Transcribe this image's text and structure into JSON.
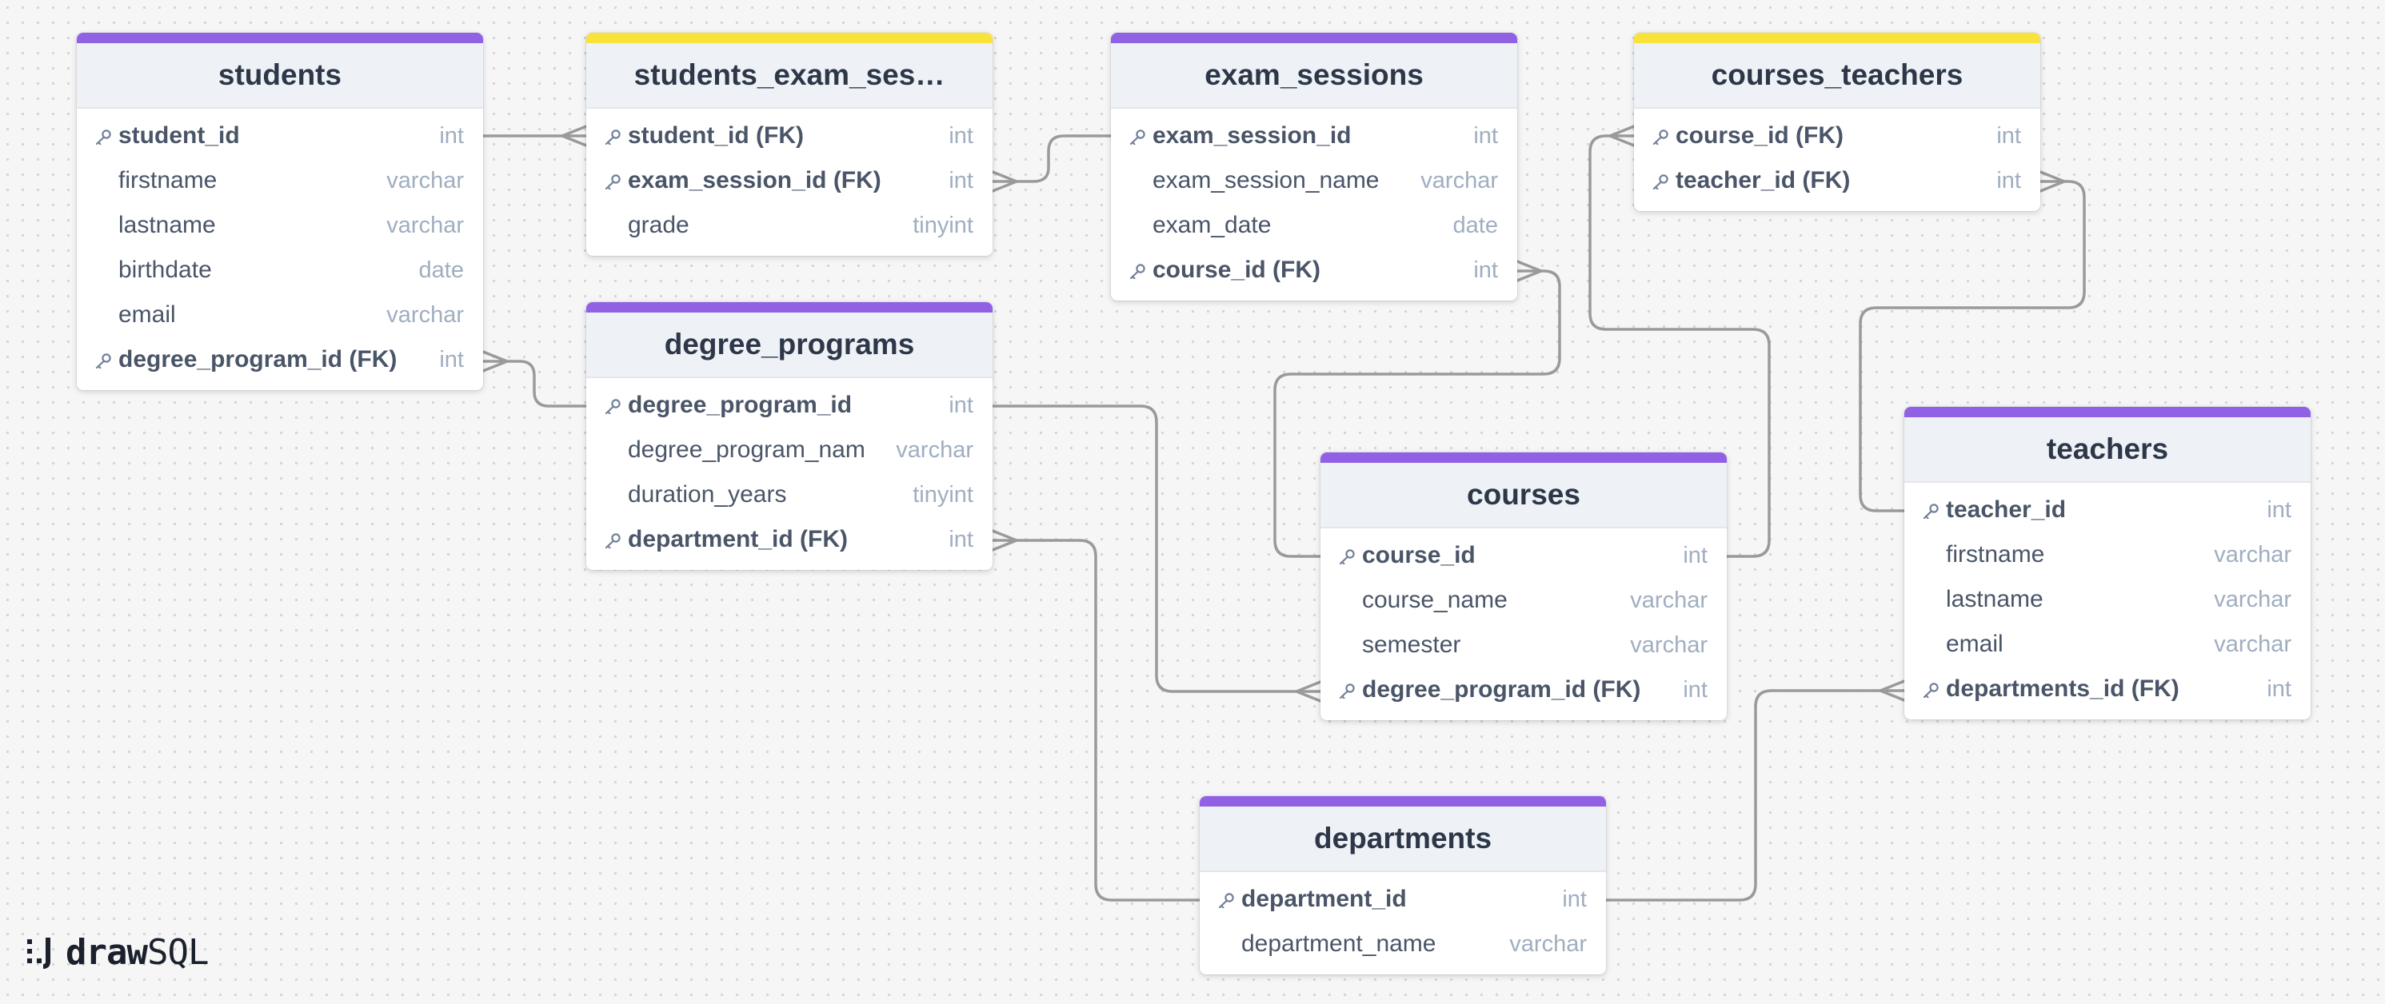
{
  "app": {
    "brand_bold": "draw",
    "brand_light": "SQL"
  },
  "colors": {
    "entity_accent": "#9061e5",
    "junction_accent": "#f9e23a",
    "link": "#9a9a9a",
    "header_bg": "#eef2f7"
  },
  "tables": [
    {
      "id": "students",
      "title": "students",
      "accent": "purple",
      "columns": [
        {
          "name": "student_id",
          "type": "int",
          "key": true
        },
        {
          "name": "firstname",
          "type": "varchar",
          "key": false
        },
        {
          "name": "lastname",
          "type": "varchar",
          "key": false
        },
        {
          "name": "birthdate",
          "type": "date",
          "key": false
        },
        {
          "name": "email",
          "type": "varchar",
          "key": false
        },
        {
          "name": "degree_program_id (FK)",
          "type": "int",
          "key": true
        }
      ]
    },
    {
      "id": "students_exam_sessions",
      "title": "students_exam_ses…",
      "accent": "yellow",
      "columns": [
        {
          "name": "student_id (FK)",
          "type": "int",
          "key": true
        },
        {
          "name": "exam_session_id (FK)",
          "type": "int",
          "key": true
        },
        {
          "name": "grade",
          "type": "tinyint",
          "key": false
        }
      ]
    },
    {
      "id": "exam_sessions",
      "title": "exam_sessions",
      "accent": "purple",
      "columns": [
        {
          "name": "exam_session_id",
          "type": "int",
          "key": true
        },
        {
          "name": "exam_session_name",
          "type": "varchar",
          "key": false
        },
        {
          "name": "exam_date",
          "type": "date",
          "key": false
        },
        {
          "name": "course_id (FK)",
          "type": "int",
          "key": true
        }
      ]
    },
    {
      "id": "courses_teachers",
      "title": "courses_teachers",
      "accent": "yellow",
      "columns": [
        {
          "name": "course_id (FK)",
          "type": "int",
          "key": true
        },
        {
          "name": "teacher_id (FK)",
          "type": "int",
          "key": true
        }
      ]
    },
    {
      "id": "degree_programs",
      "title": "degree_programs",
      "accent": "purple",
      "columns": [
        {
          "name": "degree_program_id",
          "type": "int",
          "key": true
        },
        {
          "name": "degree_program_nam",
          "type": "varchar",
          "key": false
        },
        {
          "name": "duration_years",
          "type": "tinyint",
          "key": false
        },
        {
          "name": "department_id (FK)",
          "type": "int",
          "key": true
        }
      ]
    },
    {
      "id": "courses",
      "title": "courses",
      "accent": "purple",
      "columns": [
        {
          "name": "course_id",
          "type": "int",
          "key": true
        },
        {
          "name": "course_name",
          "type": "varchar",
          "key": false
        },
        {
          "name": "semester",
          "type": "varchar",
          "key": false
        },
        {
          "name": "degree_program_id (FK)",
          "type": "int",
          "key": true
        }
      ]
    },
    {
      "id": "teachers",
      "title": "teachers",
      "accent": "purple",
      "columns": [
        {
          "name": "teacher_id",
          "type": "int",
          "key": true
        },
        {
          "name": "firstname",
          "type": "varchar",
          "key": false
        },
        {
          "name": "lastname",
          "type": "varchar",
          "key": false
        },
        {
          "name": "email",
          "type": "varchar",
          "key": false
        },
        {
          "name": "departments_id (FK)",
          "type": "int",
          "key": true
        }
      ]
    },
    {
      "id": "departments",
      "title": "departments",
      "accent": "purple",
      "columns": [
        {
          "name": "department_id",
          "type": "int",
          "key": true
        },
        {
          "name": "department_name",
          "type": "varchar",
          "key": false
        }
      ]
    }
  ],
  "relations": [
    {
      "from": "students.student_id",
      "to": "students_exam_sessions.student_id (FK)",
      "cardinality": "one-to-many"
    },
    {
      "from": "exam_sessions.exam_session_id",
      "to": "students_exam_sessions.exam_session_id (FK)",
      "cardinality": "one-to-many"
    },
    {
      "from": "degree_programs.degree_program_id",
      "to": "students.degree_program_id (FK)",
      "cardinality": "one-to-many"
    },
    {
      "from": "degree_programs.degree_program_id",
      "to": "courses.degree_program_id (FK)",
      "cardinality": "one-to-many"
    },
    {
      "from": "courses.course_id",
      "to": "exam_sessions.course_id (FK)",
      "cardinality": "one-to-many"
    },
    {
      "from": "courses.course_id",
      "to": "courses_teachers.course_id (FK)",
      "cardinality": "one-to-many"
    },
    {
      "from": "teachers.teacher_id",
      "to": "courses_teachers.teacher_id (FK)",
      "cardinality": "one-to-many"
    },
    {
      "from": "departments.department_id",
      "to": "degree_programs.department_id (FK)",
      "cardinality": "one-to-many"
    },
    {
      "from": "departments.department_id",
      "to": "teachers.departments_id (FK)",
      "cardinality": "one-to-many"
    }
  ]
}
